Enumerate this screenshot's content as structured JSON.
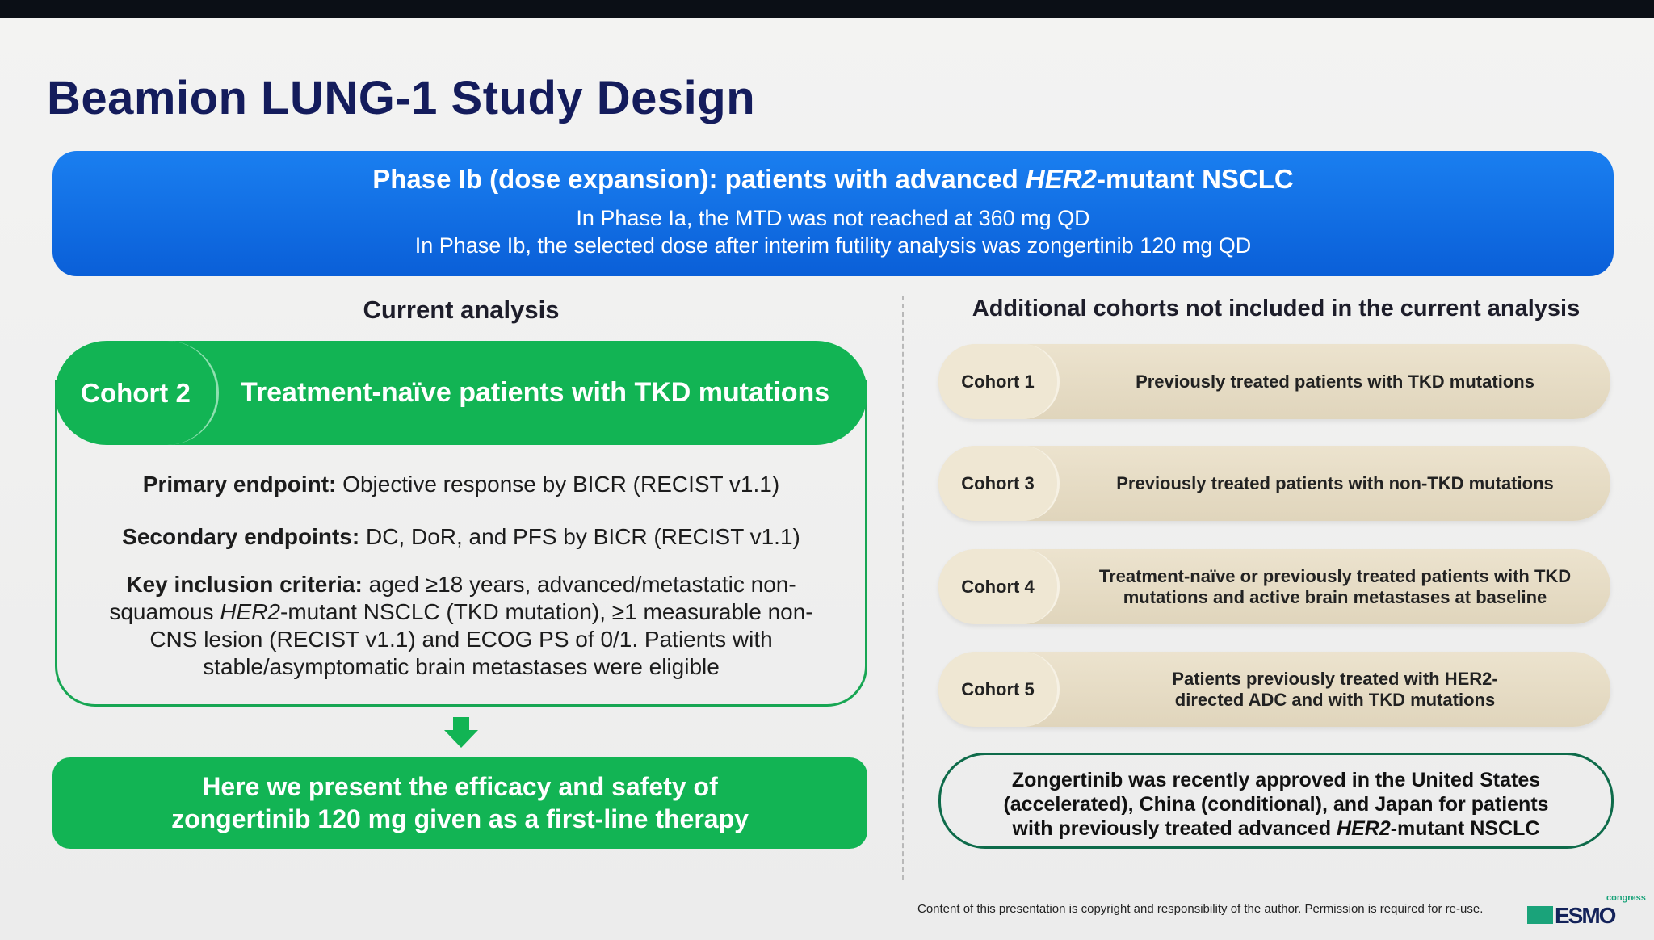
{
  "title": "Beamion LUNG-1 Study Design",
  "banner": {
    "heading_pre": "Phase Ib (dose expansion): patients with advanced ",
    "heading_italic": "HER2",
    "heading_post": "-mutant NSCLC",
    "line1": "In Phase Ia, the MTD was not reached at 360 mg QD",
    "line2": "In Phase Ib, the selected dose after interim futility analysis was zongertinib 120 mg QD"
  },
  "current": {
    "heading": "Current analysis",
    "cohort_label": "Cohort 2",
    "cohort_text": "Treatment-naïve patients with TKD mutations",
    "primary_label": "Primary endpoint:",
    "primary_text": " Objective response by BICR (RECIST v1.1)",
    "secondary_label": "Secondary endpoints:",
    "secondary_text": " DC, DoR, and PFS by BICR (RECIST v1.1)",
    "inclusion_label": "Key inclusion criteria:",
    "inclusion_pre": " aged ≥18 years, advanced/metastatic non-squamous ",
    "inclusion_italic": "HER2",
    "inclusion_post": "-mutant NSCLC (TKD mutation), ≥1 measurable non-CNS lesion (RECIST v1.1) and ECOG PS of 0/1. Patients with stable/asymptomatic brain metastases were eligible",
    "conclusion_line1": "Here we present the efficacy and safety of",
    "conclusion_line2": "zongertinib 120 mg given as a first-line therapy"
  },
  "additional": {
    "heading": "Additional cohorts not included in the current analysis",
    "cohorts": [
      {
        "label": "Cohort 1",
        "text": "Previously treated patients with TKD mutations"
      },
      {
        "label": "Cohort 3",
        "text": "Previously treated patients with non-TKD mutations"
      },
      {
        "label": "Cohort 4",
        "text": "Treatment-naïve or previously treated patients with TKD mutations and active brain metastases at baseline"
      },
      {
        "label": "Cohort 5",
        "text": "Patients previously treated with HER2-directed ADC and with TKD mutations"
      }
    ],
    "note_pre": "Zongertinib was recently approved in the United States (accelerated), China (conditional), and Japan for patients with previously treated advanced ",
    "note_italic": "HER2",
    "note_post": "-mutant NSCLC"
  },
  "footer": {
    "copyright": "Content of this presentation is copyright and responsibility of the author. Permission is required for re-use.",
    "logo_text": "ESMO",
    "logo_sup": "congress"
  },
  "colors": {
    "title": "#141c5c",
    "banner": "#0a6ae0",
    "green": "#12b454",
    "cohort_bg": "#e6dcc5"
  }
}
